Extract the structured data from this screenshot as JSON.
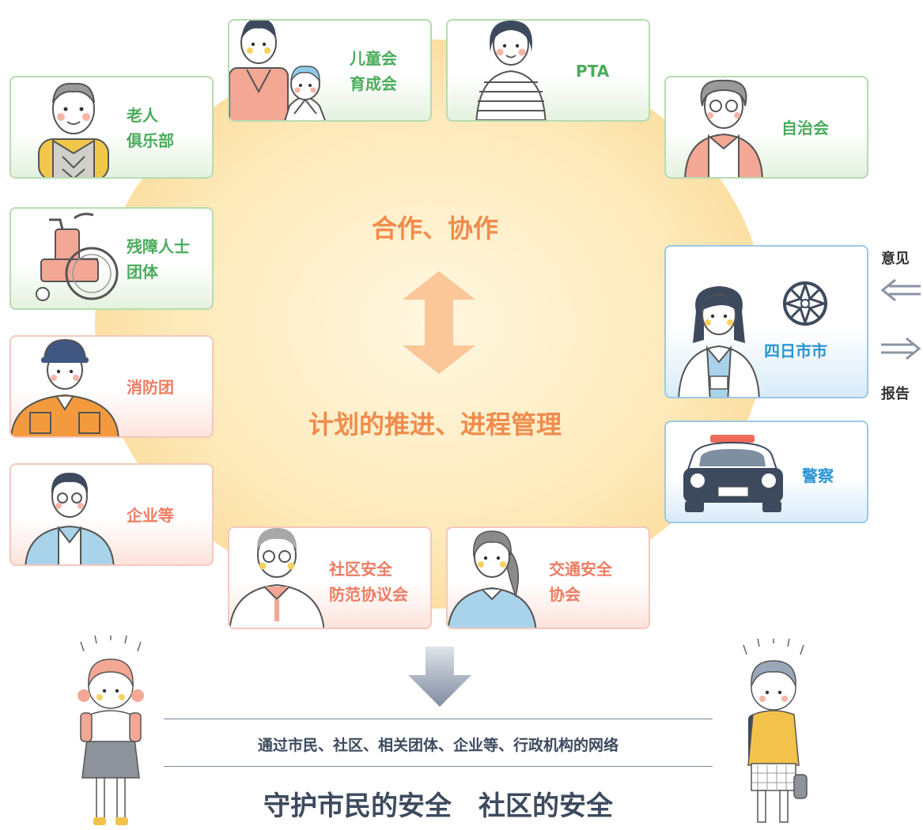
{
  "center": {
    "top_text": "合作、协作",
    "bottom_text": "计划的推进、进程管理"
  },
  "cards": {
    "children_group": "儿童会\n育成会",
    "pta": "PTA",
    "elderly_club": "老人\n俱乐部",
    "residents_assoc": "自治会",
    "disability_group": "残障人士\n团体",
    "fire_brigade": "消防团",
    "companies": "企业等",
    "community_safety": "社区安全\n防范协议会",
    "traffic_safety": "交通安全\n协会",
    "city": "四日市市",
    "police": "警察"
  },
  "side": {
    "opinion": "意见",
    "report": "报告"
  },
  "bottom": {
    "network": "通过市民、社区、相关团体、企业等、行政机构的网络",
    "slogan": "守护市民的安全　社区的安全"
  },
  "colors": {
    "green_label": "#4aac5c",
    "pink_label": "#ee7b62",
    "blue_label": "#2b95d4",
    "center_text": "#f08b4c"
  }
}
